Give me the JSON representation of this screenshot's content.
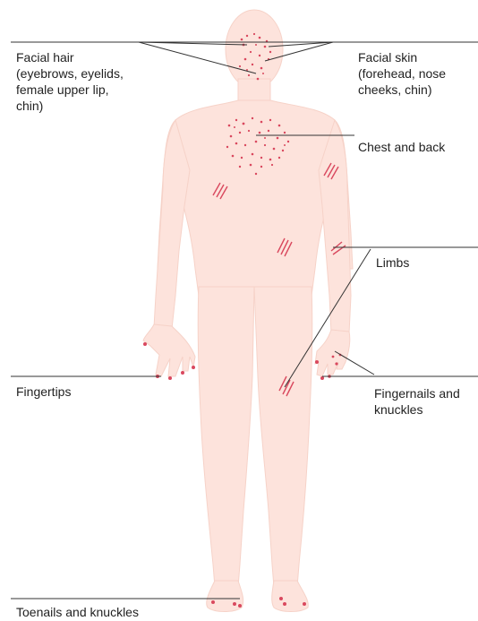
{
  "colors": {
    "skin": "#fde3dc",
    "skin_outline": "#f4cbbf",
    "lesion": "#d9485e",
    "lesion_light": "#e88a98",
    "leader_line": "#333333"
  },
  "labels": {
    "facial_hair": [
      "Facial hair",
      "(eyebrows, eyelids,",
      "female upper lip,",
      "chin)"
    ],
    "facial_skin": [
      "Facial skin",
      "(forehead, nose",
      "cheeks, chin)"
    ],
    "chest_back": [
      "Chest and back"
    ],
    "limbs": [
      "Limbs"
    ],
    "fingertips": [
      "Fingertips"
    ],
    "fingernails_knuckles": [
      "Fingernails and",
      "knuckles"
    ],
    "toenails_knuckles": [
      "Toenails and knuckles"
    ]
  }
}
